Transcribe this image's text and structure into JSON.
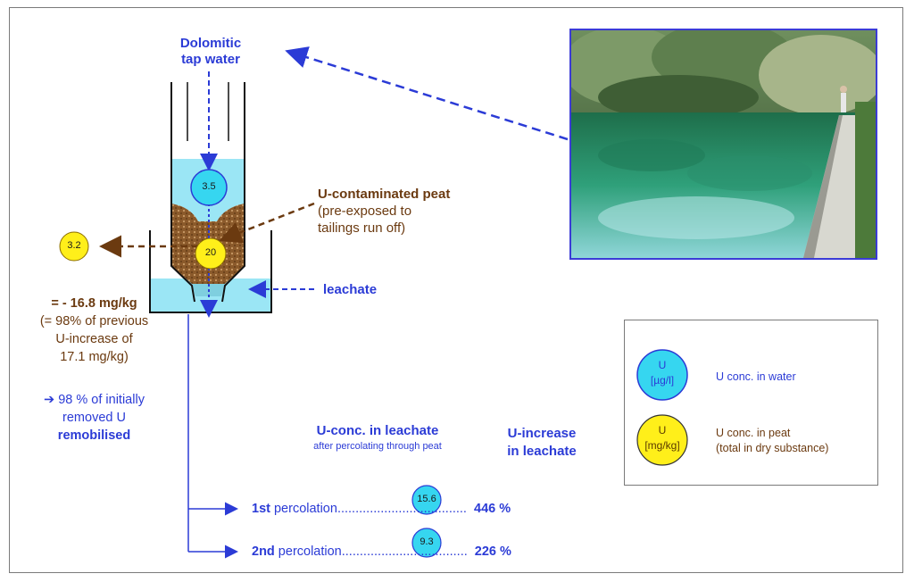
{
  "source": {
    "line1": "Dolomitic",
    "line2": "tap water"
  },
  "peat": {
    "title": "U-contaminated peat",
    "sub1": "(pre-exposed to",
    "sub2": "tailings run off)"
  },
  "leachate_label": "leachate",
  "values": {
    "water_in": "3.5",
    "peat_in": "20",
    "peat_out": "3.2"
  },
  "balance": {
    "line1": "= - 16.8 mg/kg",
    "line2": "(= 98% of previous",
    "line3": "U-increase of",
    "line4": "17.1 mg/kg)"
  },
  "remobilised": {
    "line1": "➔ 98 % of initially",
    "line2": "removed U",
    "line3": "remobilised"
  },
  "headers": {
    "conc_title": "U-conc. in leachate",
    "conc_sub": "after percolating through peat",
    "incr_line1": "U-increase",
    "incr_line2": "in leachate"
  },
  "percolations": [
    {
      "ordinal": "1st",
      "label": " percolation",
      "dots": "....................................",
      "conc": "15.6",
      "increase": "446 %"
    },
    {
      "ordinal": "2nd",
      "label": " percolation",
      "dots": "...................................",
      "conc": "9.3",
      "increase": "226 %"
    }
  ],
  "legend": {
    "water_symbol_line1": "U",
    "water_symbol_line2": "[µg/l]",
    "water_desc": "U conc. in water",
    "peat_symbol_line1": "U",
    "peat_symbol_line2": "[mg/kg]",
    "peat_desc_line1": "U conc. in peat",
    "peat_desc_line2": "(total in dry substance)"
  },
  "colors": {
    "blue_text": "#2b3bd6",
    "brown_text": "#6b3a10",
    "water_circle": "#36d6f0",
    "peat_circle": "#ffef1a",
    "water_fill": "#9be6f5",
    "peat_fill": "#8b5a2b"
  }
}
